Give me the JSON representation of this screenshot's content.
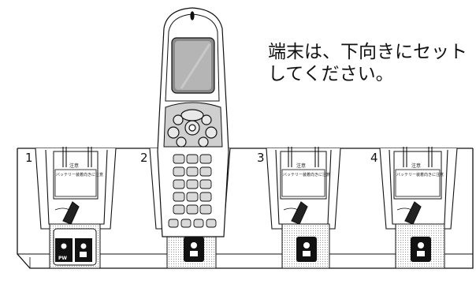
{
  "instruction": {
    "line1": "端末は、下向きにセット",
    "line2": "してください。"
  },
  "slots": [
    {
      "number": "1",
      "warning_title": "注意",
      "warning_heading": "バッテリー装着向きに注意",
      "led_labels": [
        "PW",
        ""
      ]
    },
    {
      "number": "2",
      "warning_title": "",
      "warning_heading": "",
      "led_labels": [
        ""
      ]
    },
    {
      "number": "3",
      "warning_title": "注意",
      "warning_heading": "バッテリー装着向きに注意",
      "led_labels": [
        ""
      ]
    },
    {
      "number": "4",
      "warning_title": "注意",
      "warning_heading": "バッテリー装着向きに注意",
      "led_labels": [
        ""
      ]
    }
  ]
}
